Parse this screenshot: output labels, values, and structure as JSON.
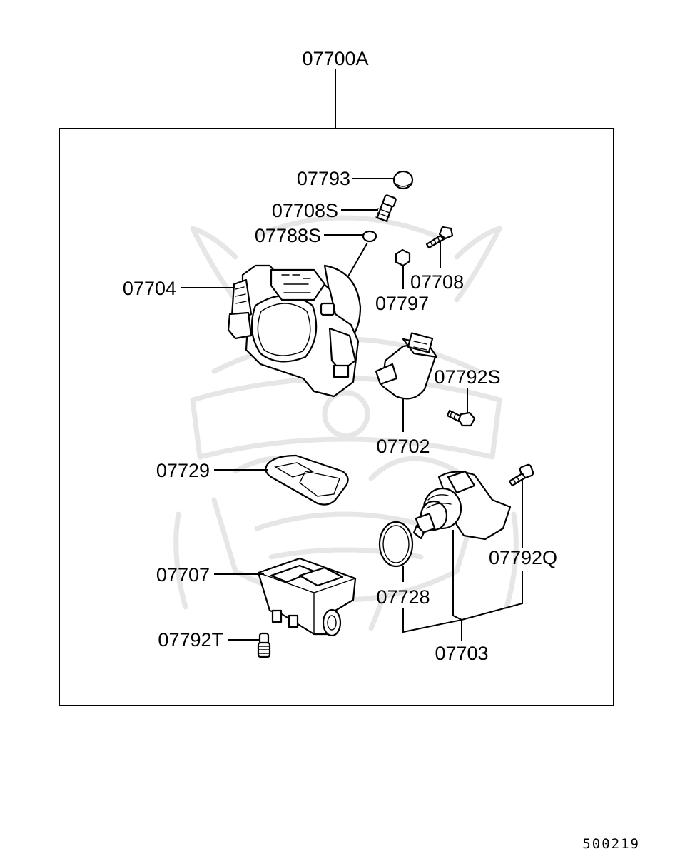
{
  "assembly": {
    "part_no": "07700A"
  },
  "parts": {
    "p07793": "07793",
    "p07708S": "07708S",
    "p07788S": "07788S",
    "p07704": "07704",
    "p07708": "07708",
    "p07797": "07797",
    "p07792S": "07792S",
    "p07702": "07702",
    "p07729": "07729",
    "p07792Q": "07792Q",
    "p07707": "07707",
    "p07728": "07728",
    "p07792T": "07792T",
    "p07703": "07703"
  },
  "figure_code": "500219",
  "watermark": {
    "icon": "samurai-helmet-icon",
    "color": "#e6e6e6"
  }
}
